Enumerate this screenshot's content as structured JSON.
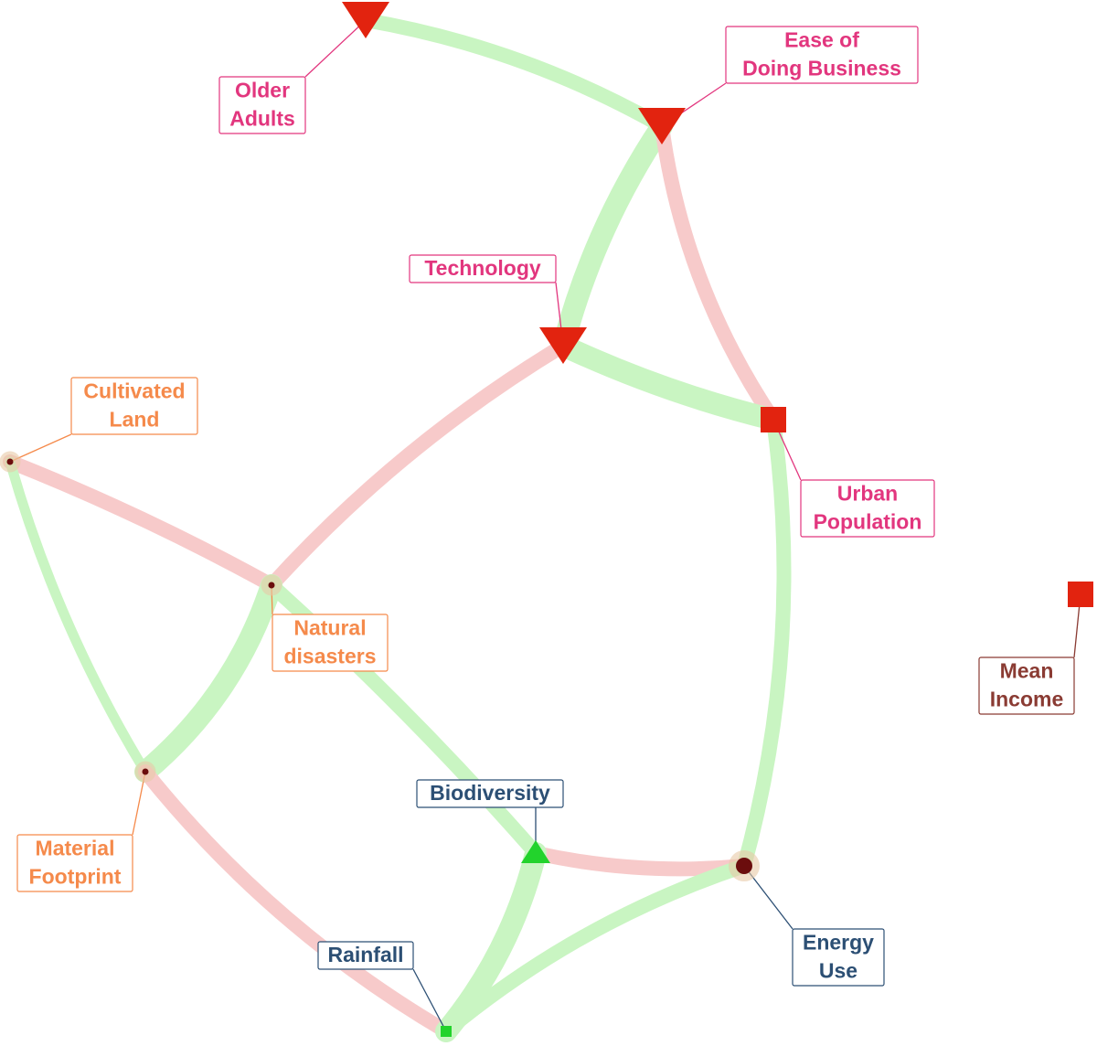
{
  "colors": {
    "positive_link": "#c9f5c2",
    "negative_link": "#f7caca",
    "red_node": "#e2230f",
    "green_node": "#22d32c",
    "dark_node": "#6b0d0d",
    "pink_text": "#e2367e",
    "orange_text": "#f58a4b",
    "blue_text": "#2c4f74",
    "brown_text": "#8a3b33"
  },
  "nodes": [
    {
      "id": "older_adults",
      "label_lines": [
        "Older",
        "Adults"
      ],
      "shape": "triangle-down",
      "color": "red_node",
      "text_color": "pink_text"
    },
    {
      "id": "ease_business",
      "label_lines": [
        "Ease of",
        "Doing Business"
      ],
      "shape": "triangle-down",
      "color": "red_node",
      "text_color": "pink_text"
    },
    {
      "id": "technology",
      "label_lines": [
        "Technology"
      ],
      "shape": "triangle-down",
      "color": "red_node",
      "text_color": "pink_text"
    },
    {
      "id": "urban_population",
      "label_lines": [
        "Urban",
        "Population"
      ],
      "shape": "square",
      "color": "red_node",
      "text_color": "pink_text"
    },
    {
      "id": "mean_income",
      "label_lines": [
        "Mean",
        "Income"
      ],
      "shape": "square",
      "color": "red_node",
      "text_color": "brown_text"
    },
    {
      "id": "cultivated_land",
      "label_lines": [
        "Cultivated",
        "Land"
      ],
      "shape": "dot",
      "color": "dark_node",
      "text_color": "orange_text"
    },
    {
      "id": "natural_disasters",
      "label_lines": [
        "Natural",
        "disasters"
      ],
      "shape": "dot",
      "color": "dark_node",
      "text_color": "orange_text"
    },
    {
      "id": "material_footprint",
      "label_lines": [
        "Material",
        "Footprint"
      ],
      "shape": "dot",
      "color": "dark_node",
      "text_color": "orange_text"
    },
    {
      "id": "biodiversity",
      "label_lines": [
        "Biodiversity"
      ],
      "shape": "triangle-up",
      "color": "green_node",
      "text_color": "blue_text"
    },
    {
      "id": "energy_use",
      "label_lines": [
        "Energy",
        "Use"
      ],
      "shape": "dot",
      "color": "dark_node",
      "text_color": "blue_text"
    },
    {
      "id": "rainfall",
      "label_lines": [
        "Rainfall"
      ],
      "shape": "square",
      "color": "green_node",
      "text_color": "blue_text"
    }
  ],
  "edges": [
    {
      "source": "older_adults",
      "target": "ease_business",
      "sign": "positive",
      "strength": "medium"
    },
    {
      "source": "ease_business",
      "target": "technology",
      "sign": "positive",
      "strength": "strong"
    },
    {
      "source": "ease_business",
      "target": "urban_population",
      "sign": "negative",
      "strength": "medium"
    },
    {
      "source": "technology",
      "target": "urban_population",
      "sign": "positive",
      "strength": "strong"
    },
    {
      "source": "technology",
      "target": "natural_disasters",
      "sign": "negative",
      "strength": "medium"
    },
    {
      "source": "urban_population",
      "target": "energy_use",
      "sign": "positive",
      "strength": "medium"
    },
    {
      "source": "cultivated_land",
      "target": "natural_disasters",
      "sign": "negative",
      "strength": "medium"
    },
    {
      "source": "cultivated_land",
      "target": "material_footprint",
      "sign": "positive",
      "strength": "weak"
    },
    {
      "source": "natural_disasters",
      "target": "material_footprint",
      "sign": "positive",
      "strength": "strong"
    },
    {
      "source": "natural_disasters",
      "target": "biodiversity",
      "sign": "positive",
      "strength": "medium"
    },
    {
      "source": "material_footprint",
      "target": "rainfall",
      "sign": "negative",
      "strength": "medium"
    },
    {
      "source": "biodiversity",
      "target": "energy_use",
      "sign": "negative",
      "strength": "medium"
    },
    {
      "source": "biodiversity",
      "target": "rainfall",
      "sign": "positive",
      "strength": "strong"
    },
    {
      "source": "rainfall",
      "target": "energy_use",
      "sign": "positive",
      "strength": "medium"
    }
  ]
}
